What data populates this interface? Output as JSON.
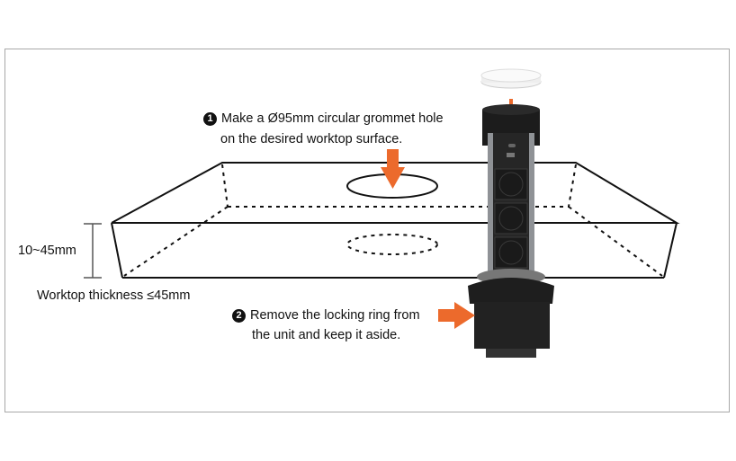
{
  "step1": {
    "number": "1",
    "line1": "Make a Ø95mm circular grommet hole",
    "line2": "on the desired worktop surface."
  },
  "step2": {
    "number": "2",
    "line1": "Remove the locking ring from",
    "line2": "the unit and keep it aside."
  },
  "dimension": {
    "range": "10~45mm",
    "caption": "Worktop thickness ≤45mm"
  },
  "colors": {
    "arrow": "#ec6a2c",
    "line": "#111111",
    "unit_body": "#1d1d1d",
    "frame": "#a8a8a8"
  }
}
